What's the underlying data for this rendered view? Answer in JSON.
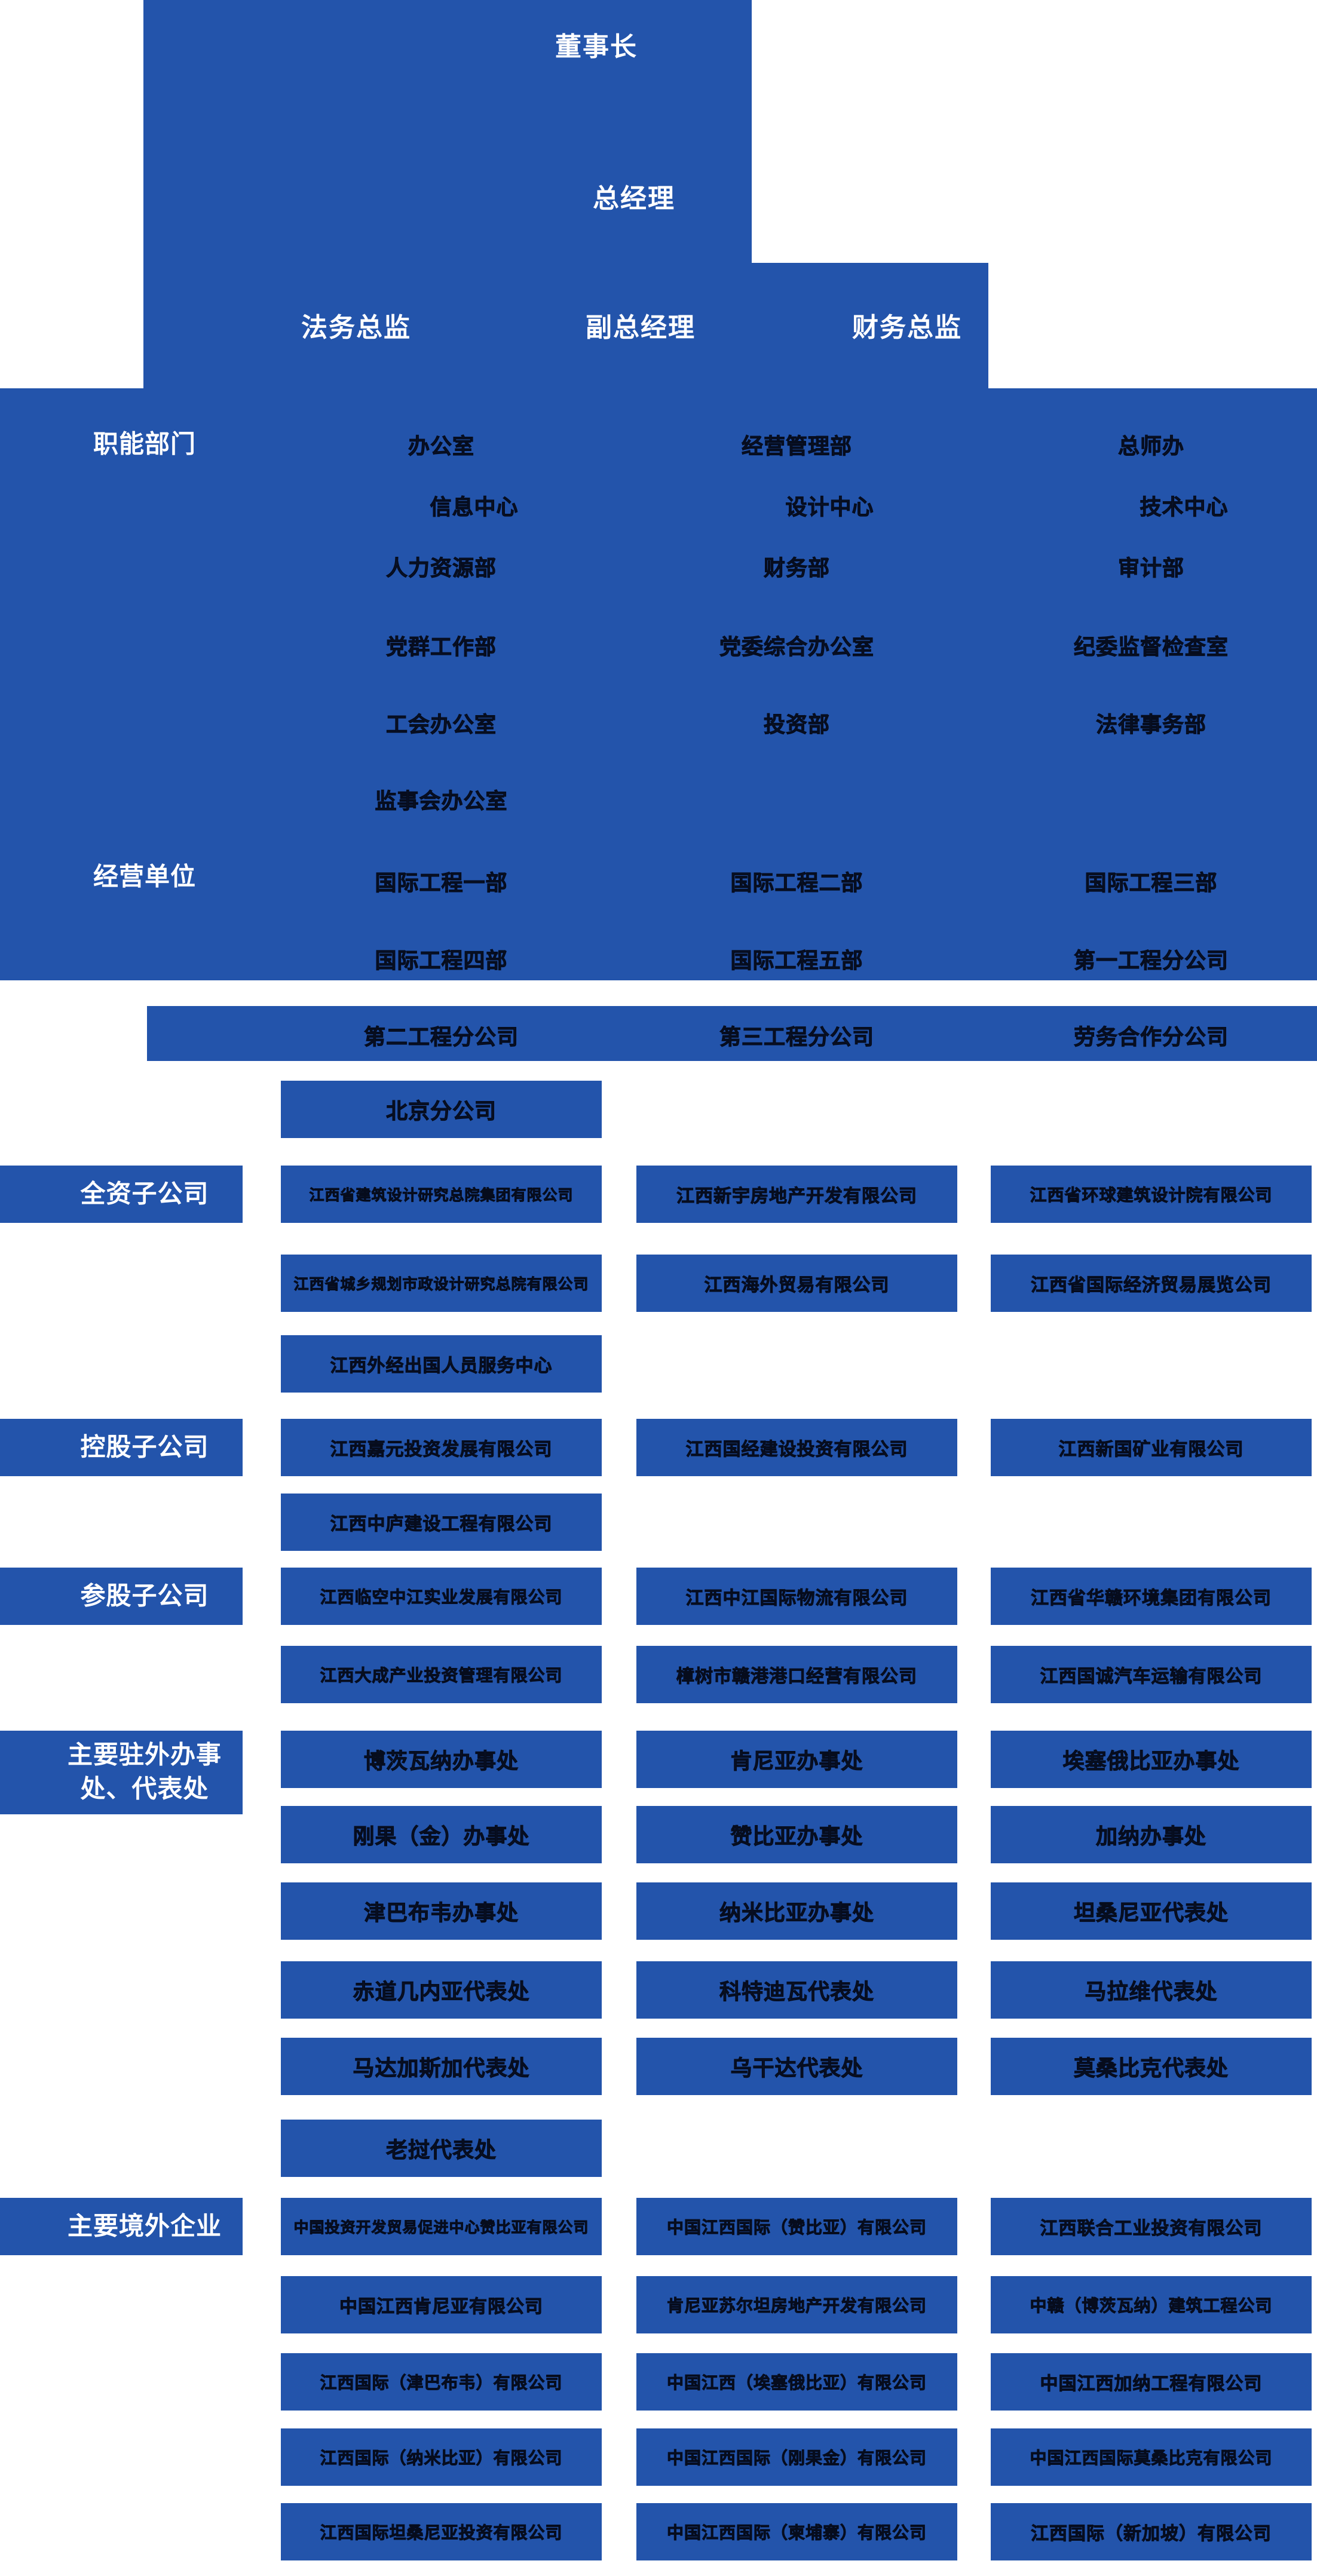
{
  "colors": {
    "primary_blue": "#2354ab",
    "box_text": "#0a142e",
    "label_text": "#ffffff"
  },
  "top": {
    "chairman": "董事长",
    "general_manager": "总经理",
    "legal_director": "法务总监",
    "deputy_general_manager": "副总经理",
    "finance_director": "财务总监"
  },
  "sections": [
    {
      "label": "职能部门",
      "rows": [
        [
          "办公室",
          "经营管理部",
          "总师办"
        ],
        [
          "信息中心",
          "设计中心",
          "技术中心"
        ],
        [
          "人力资源部",
          "财务部",
          "审计部"
        ],
        [
          "党群工作部",
          "党委综合办公室",
          "纪委监督检查室"
        ],
        [
          "工会办公室",
          "投资部",
          "法律事务部"
        ],
        [
          "监事会办公室"
        ]
      ]
    },
    {
      "label": "经营单位",
      "rows": [
        [
          "国际工程一部",
          "国际工程二部",
          "国际工程三部"
        ],
        [
          "国际工程四部",
          "国际工程五部",
          "第一工程分公司"
        ],
        [
          "第二工程分公司",
          "第三工程分公司",
          "劳务合作分公司"
        ],
        [
          "北京分公司"
        ]
      ]
    },
    {
      "label": "全资子公司",
      "rows": [
        [
          "江西省建筑设计研究总院集团有限公司",
          "江西新宇房地产开发有限公司",
          "江西省环球建筑设计院有限公司"
        ],
        [
          "江西省城乡规划市政设计研究总院有限公司",
          "江西海外贸易有限公司",
          "江西省国际经济贸易展览公司"
        ],
        [
          "江西外经出国人员服务中心"
        ]
      ]
    },
    {
      "label": "控股子公司",
      "rows": [
        [
          "江西嘉元投资发展有限公司",
          "江西国经建设投资有限公司",
          "江西新国矿业有限公司"
        ],
        [
          "江西中庐建设工程有限公司"
        ]
      ]
    },
    {
      "label": "参股子公司",
      "rows": [
        [
          "江西临空中江实业发展有限公司",
          "江西中江国际物流有限公司",
          "江西省华赣环境集团有限公司"
        ],
        [
          "江西大成产业投资管理有限公司",
          "樟树市赣港港口经营有限公司",
          "江西国诚汽车运输有限公司"
        ]
      ]
    },
    {
      "label": "主要驻外办事处、代表处",
      "rows": [
        [
          "博茨瓦纳办事处",
          "肯尼亚办事处",
          "埃塞俄比亚办事处"
        ],
        [
          "刚果（金）办事处",
          "赞比亚办事处",
          "加纳办事处"
        ],
        [
          "津巴布韦办事处",
          "纳米比亚办事处",
          "坦桑尼亚代表处"
        ],
        [
          "赤道几内亚代表处",
          "科特迪瓦代表处",
          "马拉维代表处"
        ],
        [
          "马达加斯加代表处",
          "乌干达代表处",
          "莫桑比克代表处"
        ],
        [
          "老挝代表处"
        ]
      ]
    },
    {
      "label": "主要境外企业",
      "rows": [
        [
          "中国投资开发贸易促进中心赞比亚有限公司",
          "中国江西国际（赞比亚）有限公司",
          "江西联合工业投资有限公司"
        ],
        [
          "中国江西肯尼亚有限公司",
          "肯尼亚苏尔坦房地产开发有限公司",
          "中赣（博茨瓦纳）建筑工程公司"
        ],
        [
          "江西国际（津巴布韦）有限公司",
          "中国江西（埃塞俄比亚）有限公司",
          "中国江西加纳工程有限公司"
        ],
        [
          "江西国际（纳米比亚）有限公司",
          "中国江西国际（刚果金）有限公司",
          "中国江西国际莫桑比克有限公司"
        ],
        [
          "江西国际坦桑尼亚投资有限公司",
          "中国江西国际（柬埔寨）有限公司",
          "江西国际（新加坡）有限公司"
        ]
      ]
    }
  ]
}
